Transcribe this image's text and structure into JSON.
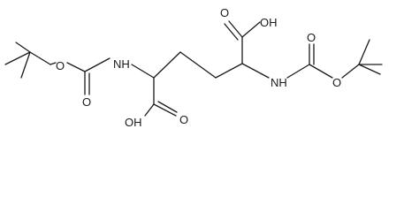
{
  "molecule": {
    "atoms": {
      "oh_top": "OH",
      "o_top": "O",
      "nh_left": "NH",
      "o_left_ester": "O",
      "o_left_carbonyl": "O",
      "nh_right": "NH",
      "o_right_ester": "O",
      "o_right_carbonyl": "O",
      "oh_bottom": "OH",
      "o_bottom": "O"
    }
  }
}
